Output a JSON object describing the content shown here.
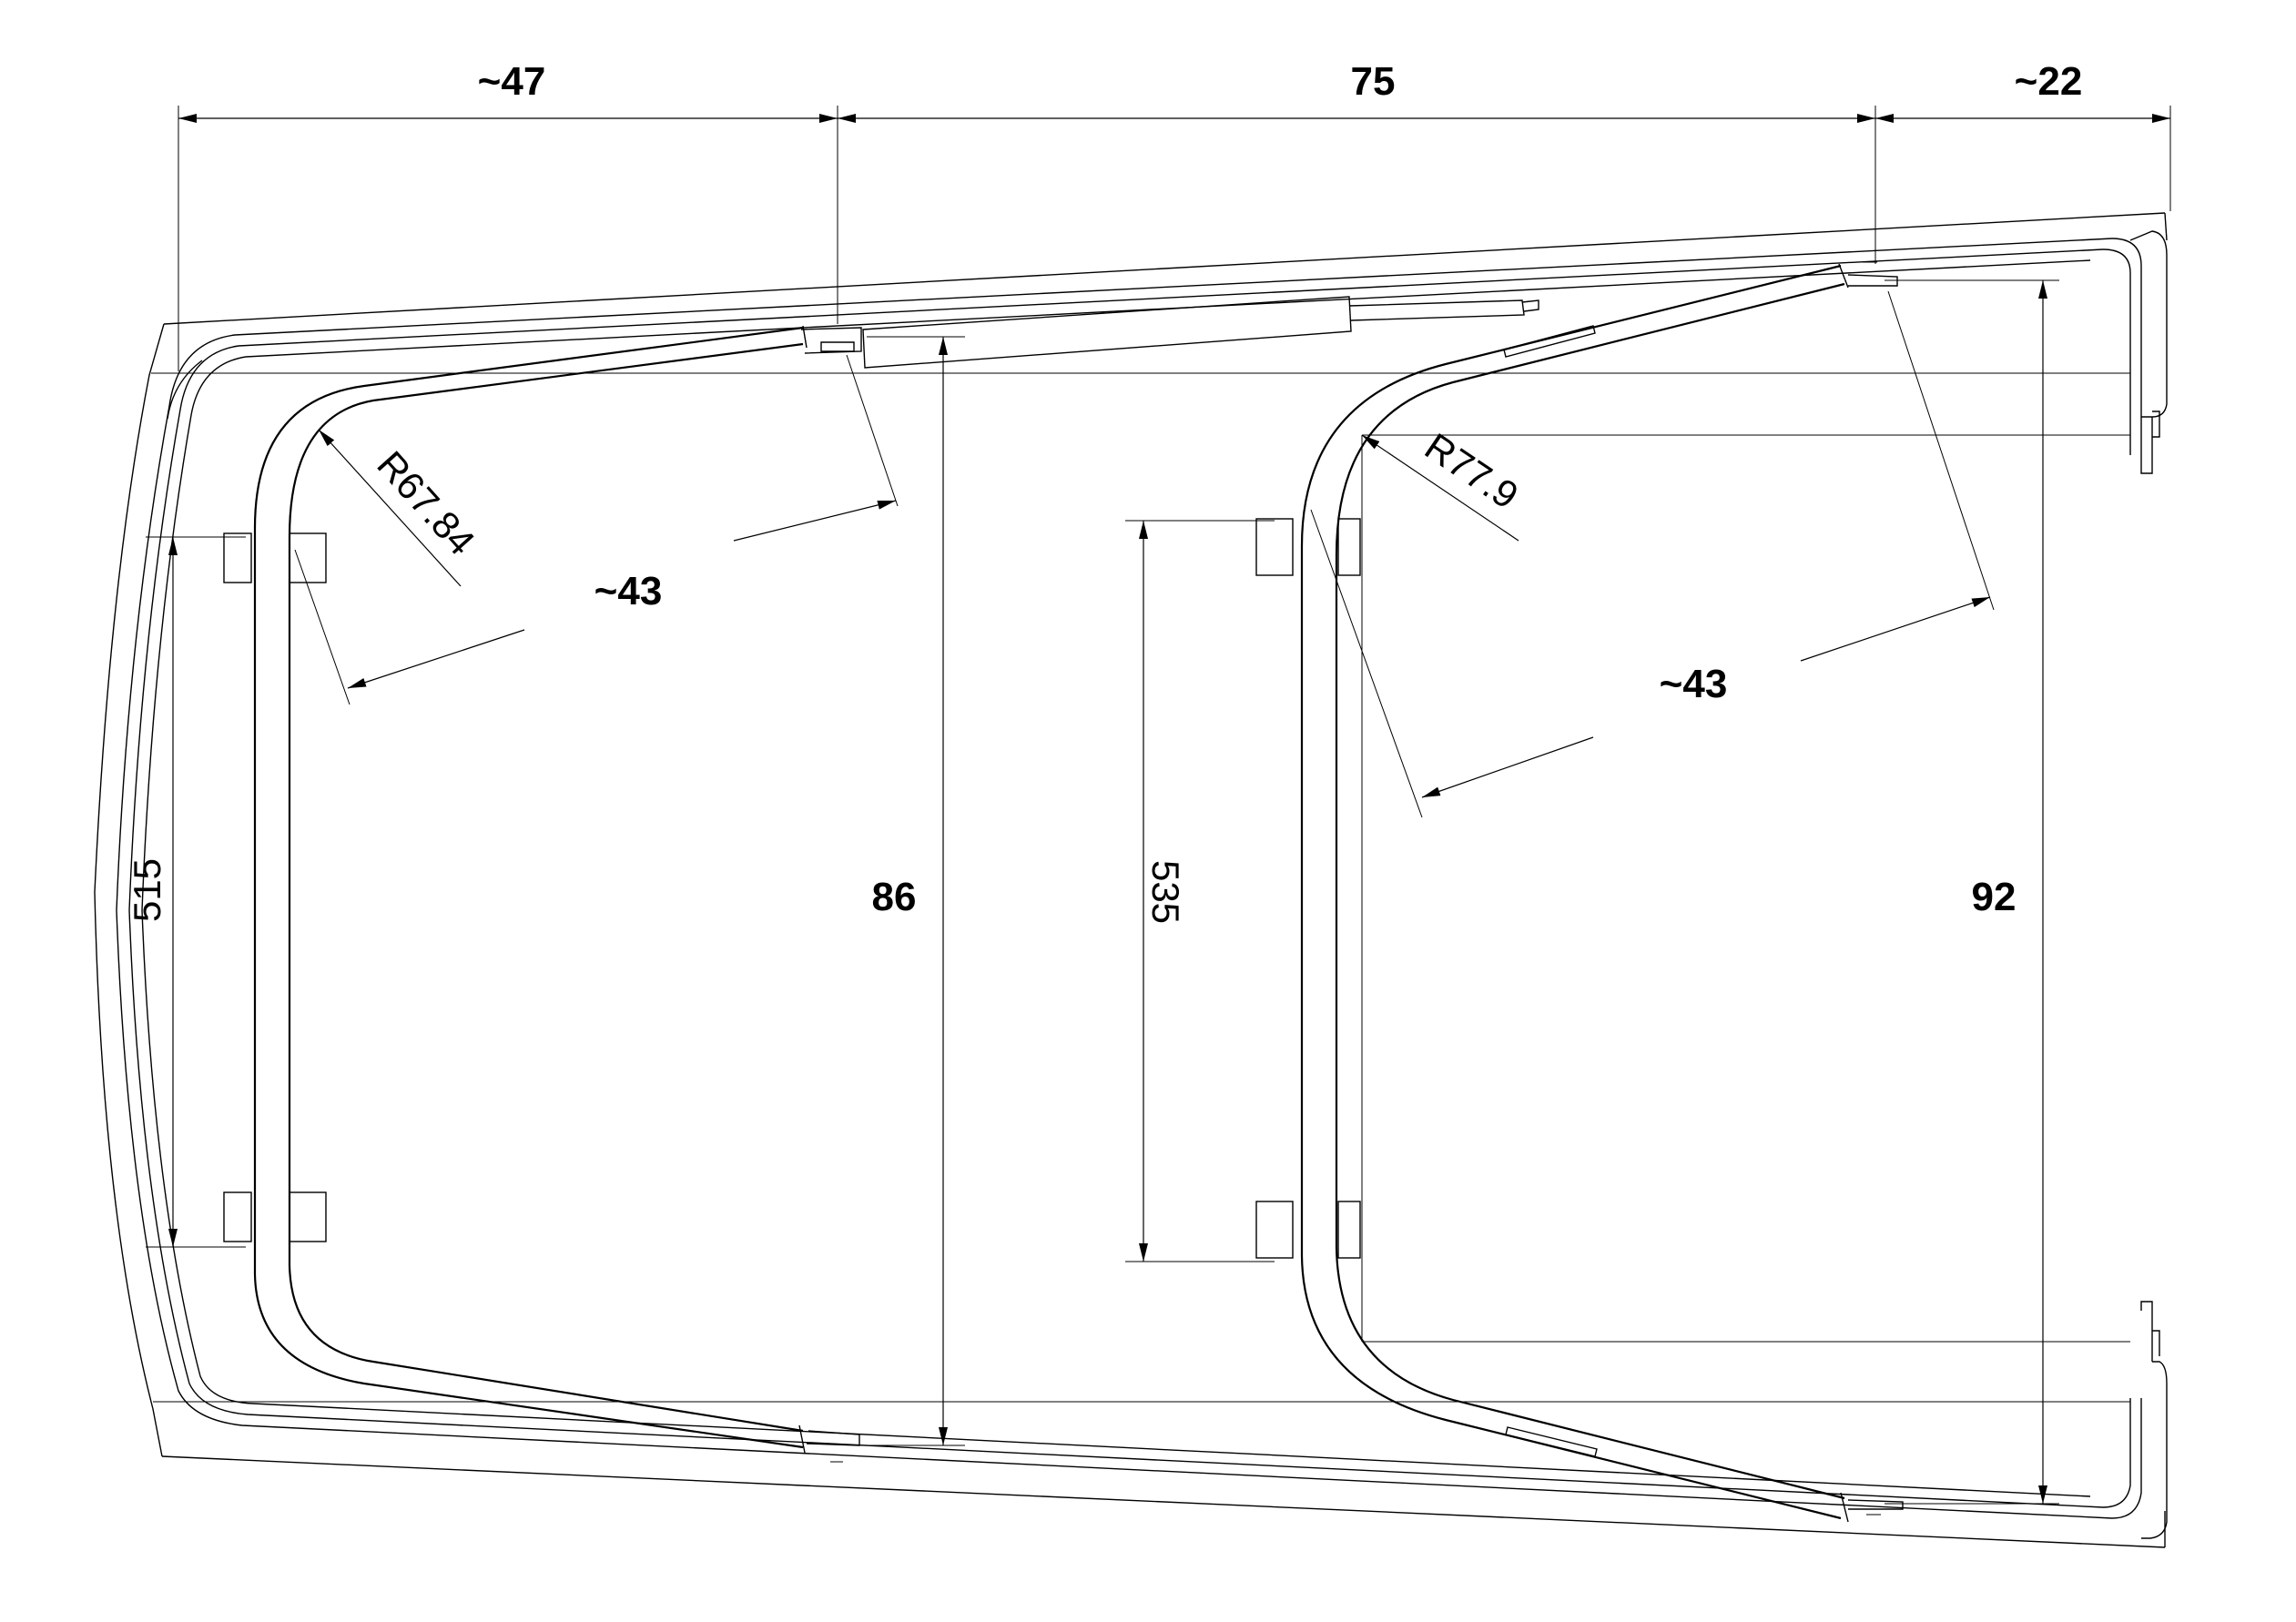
{
  "dimensions": {
    "top_left_width": "~47",
    "top_middle_width": "75",
    "top_right_width": "~22",
    "left_radius": "R67.84",
    "right_radius": "R77.9",
    "left_diagonal": "~43",
    "right_diagonal": "~43",
    "left_vertical_span": "515",
    "middle_height": "86",
    "center_vertical_span": "535",
    "right_height": "92"
  },
  "colors": {
    "line": "#000000",
    "background": "#ffffff"
  }
}
